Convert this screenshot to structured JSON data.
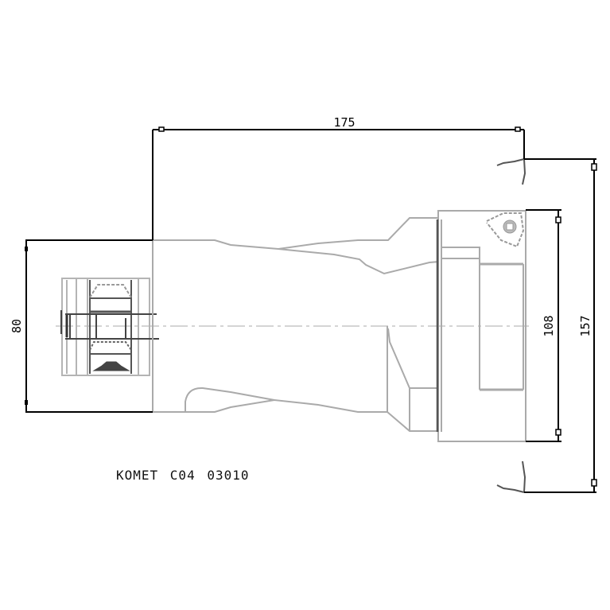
{
  "drawing": {
    "title": "KOMET C04 03010",
    "type": "technical-drawing",
    "view": "side-elevation",
    "colors": {
      "dimension_line": "#000000",
      "part_outline": "#a8a8a8",
      "part_dark": "#555555",
      "centerline": "#d0d0d0",
      "background": "#ffffff"
    }
  },
  "dimensions": {
    "overall_length": {
      "value": "175",
      "orientation": "horizontal"
    },
    "shank_diameter": {
      "value": "80",
      "orientation": "vertical"
    },
    "body_height": {
      "value": "108",
      "orientation": "vertical"
    },
    "max_diameter": {
      "value": "157",
      "orientation": "vertical"
    }
  },
  "caption": {
    "text": "KOMET C04 03010"
  }
}
